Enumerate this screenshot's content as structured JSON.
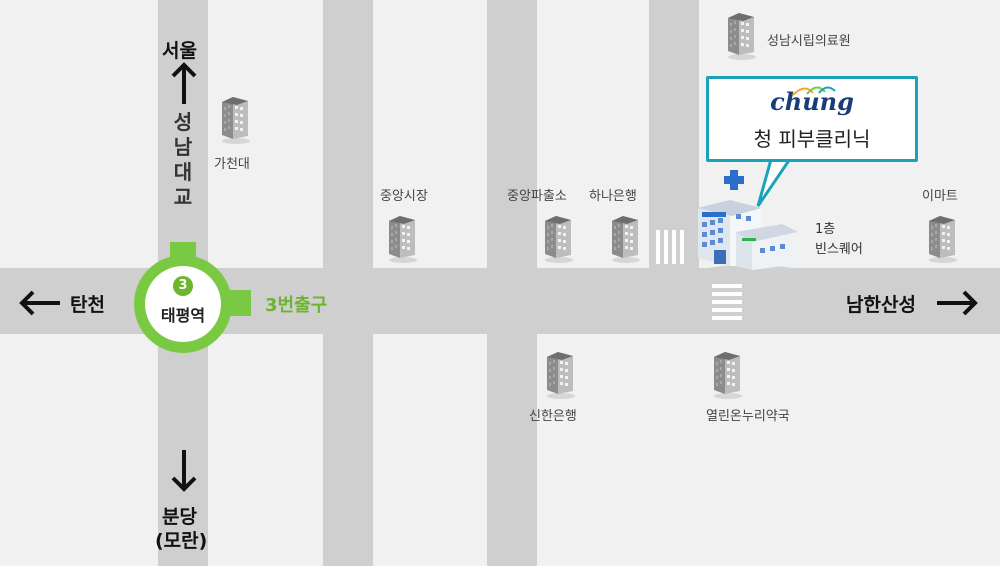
{
  "station": {
    "line": "3",
    "name": "태평역",
    "exit": "3번출구"
  },
  "directions": {
    "north": "서울",
    "south_line1": "분당",
    "south_line2": "(모란)",
    "west": "탄천",
    "east": "남한산성",
    "road": "성남대교"
  },
  "clinic": {
    "brand": "chung",
    "name": "청 피부클리닉",
    "floor": "1층",
    "building": "빈스퀘어"
  },
  "landmarks": {
    "hospital": "성남시립의료원",
    "university": "가천대",
    "market": "중앙시장",
    "police": "중앙파출소",
    "hana_bank": "하나은행",
    "emart": "이마트",
    "shinhan_bank": "신한은행",
    "pharmacy": "열린온누리약국"
  },
  "colors": {
    "road": "#cfcfcf",
    "background": "#f1f1f1",
    "station": "#7ac943",
    "callout_border": "#1ba2ba"
  }
}
